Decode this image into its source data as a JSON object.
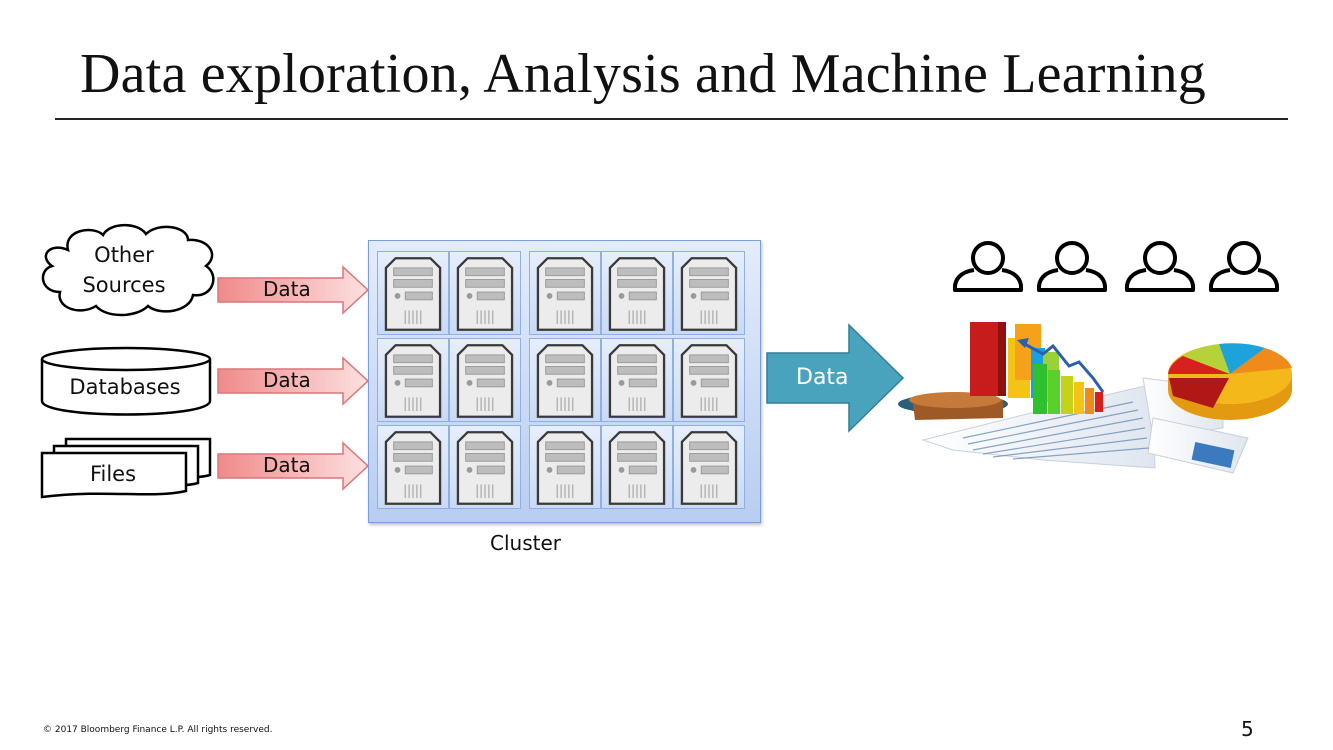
{
  "slide": {
    "title": "Data exploration, Analysis and Machine Learning",
    "page_number": "5",
    "footer": "© 2017 Bloomberg Finance L.P.  All rights reserved."
  },
  "sources": [
    {
      "name": "other-sources",
      "label_line1": "Other",
      "label_line2": "Sources",
      "shape": "cloud-icon"
    },
    {
      "name": "databases",
      "label_line1": "Databases",
      "label_line2": "",
      "shape": "database-cylinder-icon"
    },
    {
      "name": "files",
      "label_line1": "Files",
      "label_line2": "",
      "shape": "multi-document-icon"
    }
  ],
  "input_arrows": [
    {
      "label": "Data"
    },
    {
      "label": "Data"
    },
    {
      "label": "Data"
    }
  ],
  "cluster": {
    "label": "Cluster",
    "rows": 3,
    "columns": 5,
    "node_icon": "server-tower-icon"
  },
  "output_arrow": {
    "label": "Data"
  },
  "consumers": {
    "user_count": 4,
    "icon": "user-icon"
  },
  "analytics_graphic": {
    "icon": "charts-and-reports-icon"
  },
  "colors": {
    "input_arrow_fill": "#f4a3a3",
    "input_arrow_stroke": "#d9777a",
    "cluster_fill": "#c9daf6",
    "cluster_border": "#7a9fd8",
    "output_arrow_fill": "#4aa3bd",
    "output_arrow_stroke": "#2e7f96"
  }
}
